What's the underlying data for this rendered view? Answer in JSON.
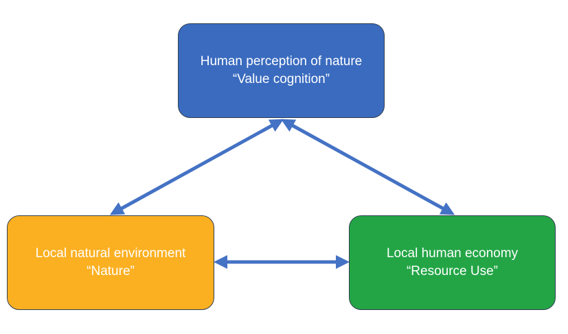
{
  "colors": {
    "value_box": "#3a6bbf",
    "nature_box": "#fbb022",
    "resource_box": "#23a546",
    "arrow": "#4472c4"
  },
  "nodes": {
    "value": {
      "line1": "Human perception of nature",
      "line2": "“Value cognition”"
    },
    "nature": {
      "line1": "Local natural environment",
      "line2": "“Nature”"
    },
    "resource": {
      "line1": "Local human economy",
      "line2": "“Resource Use”"
    }
  }
}
